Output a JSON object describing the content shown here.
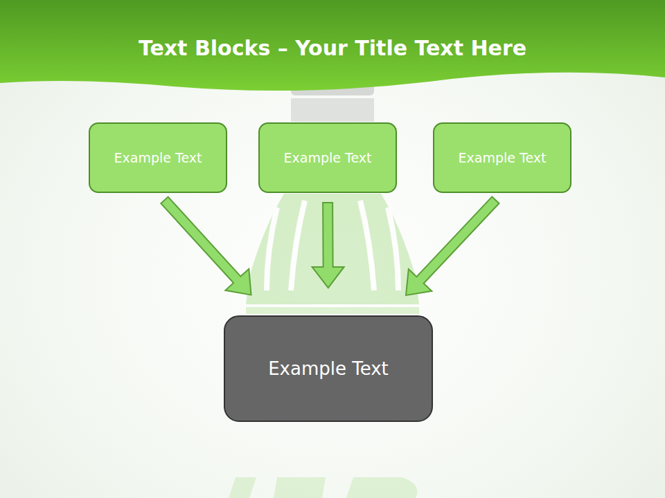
{
  "diagram": {
    "title": "Text Blocks – Your Title Text Here",
    "nodes": [
      {
        "text": [
          "Example Text"
        ]
      },
      {
        "text": [
          "Example Text"
        ]
      },
      {
        "text": [
          "Example Text"
        ]
      },
      {
        "text": [
          "Example Text"
        ]
      }
    ],
    "edges": [
      {
        "from": 0,
        "to": 3,
        "arrow": "to"
      },
      {
        "from": 1,
        "to": 3,
        "arrow": "to"
      },
      {
        "from": 2,
        "to": 3,
        "arrow": "to"
      }
    ]
  }
}
